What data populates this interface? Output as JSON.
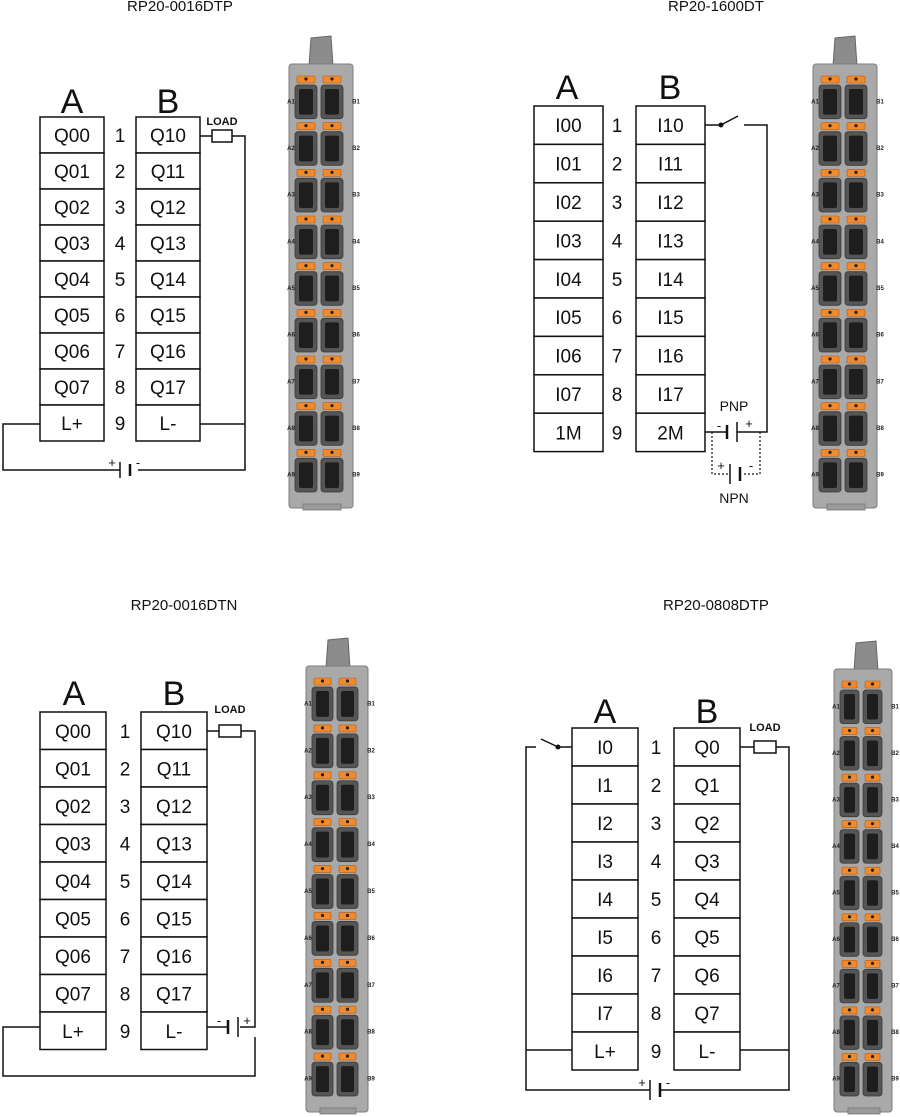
{
  "diagrams": [
    {
      "title": "RP20-0016DTP",
      "col_a_header": "A",
      "col_b_header": "B",
      "rows": [
        {
          "num": "1",
          "a": "Q00",
          "b": "Q10"
        },
        {
          "num": "2",
          "a": "Q01",
          "b": "Q11"
        },
        {
          "num": "3",
          "a": "Q02",
          "b": "Q12"
        },
        {
          "num": "4",
          "a": "Q03",
          "b": "Q13"
        },
        {
          "num": "5",
          "a": "Q04",
          "b": "Q14"
        },
        {
          "num": "6",
          "a": "Q05",
          "b": "Q15"
        },
        {
          "num": "7",
          "a": "Q06",
          "b": "Q16"
        },
        {
          "num": "8",
          "a": "Q07",
          "b": "Q17"
        },
        {
          "num": "9",
          "a": "L+",
          "b": "L-"
        }
      ],
      "load_label": "LOAD",
      "battery_plus": "+",
      "battery_minus": "-"
    },
    {
      "title": "RP20-1600DT",
      "col_a_header": "A",
      "col_b_header": "B",
      "rows": [
        {
          "num": "1",
          "a": "I00",
          "b": "I10"
        },
        {
          "num": "2",
          "a": "I01",
          "b": "I11"
        },
        {
          "num": "3",
          "a": "I02",
          "b": "I12"
        },
        {
          "num": "4",
          "a": "I03",
          "b": "I13"
        },
        {
          "num": "5",
          "a": "I04",
          "b": "I14"
        },
        {
          "num": "6",
          "a": "I05",
          "b": "I15"
        },
        {
          "num": "7",
          "a": "I06",
          "b": "I16"
        },
        {
          "num": "8",
          "a": "I07",
          "b": "I17"
        },
        {
          "num": "9",
          "a": "1M",
          "b": "2M"
        }
      ],
      "pnp_label": "PNP",
      "npn_label": "NPN",
      "battery_plus": "+",
      "battery_minus": "-"
    },
    {
      "title": "RP20-0016DTN",
      "col_a_header": "A",
      "col_b_header": "B",
      "rows": [
        {
          "num": "1",
          "a": "Q00",
          "b": "Q10"
        },
        {
          "num": "2",
          "a": "Q01",
          "b": "Q11"
        },
        {
          "num": "3",
          "a": "Q02",
          "b": "Q12"
        },
        {
          "num": "4",
          "a": "Q03",
          "b": "Q13"
        },
        {
          "num": "5",
          "a": "Q04",
          "b": "Q14"
        },
        {
          "num": "6",
          "a": "Q05",
          "b": "Q15"
        },
        {
          "num": "7",
          "a": "Q06",
          "b": "Q16"
        },
        {
          "num": "8",
          "a": "Q07",
          "b": "Q17"
        },
        {
          "num": "9",
          "a": "L+",
          "b": "L-"
        }
      ],
      "load_label": "LOAD",
      "battery_plus": "+",
      "battery_minus": "-"
    },
    {
      "title": "RP20-0808DTP",
      "col_a_header": "A",
      "col_b_header": "B",
      "rows": [
        {
          "num": "1",
          "a": "I0",
          "b": "Q0"
        },
        {
          "num": "2",
          "a": "I1",
          "b": "Q1"
        },
        {
          "num": "3",
          "a": "I2",
          "b": "Q2"
        },
        {
          "num": "4",
          "a": "I3",
          "b": "Q3"
        },
        {
          "num": "5",
          "a": "I4",
          "b": "Q4"
        },
        {
          "num": "6",
          "a": "I5",
          "b": "Q5"
        },
        {
          "num": "7",
          "a": "I6",
          "b": "Q6"
        },
        {
          "num": "8",
          "a": "I7",
          "b": "Q7"
        },
        {
          "num": "9",
          "a": "L+",
          "b": "L-"
        }
      ],
      "load_label": "LOAD",
      "battery_plus": "+",
      "battery_minus": "-"
    }
  ],
  "terminal_block": {
    "labels_a": [
      "A1",
      "A2",
      "A3",
      "A4",
      "A5",
      "A6",
      "A7",
      "A8",
      "A9"
    ],
    "labels_b": [
      "B1",
      "B2",
      "B3",
      "B4",
      "B5",
      "B6",
      "B7",
      "B8",
      "B9"
    ],
    "body_color": "#a9a9a9",
    "lever_color": "#f08a2c"
  }
}
